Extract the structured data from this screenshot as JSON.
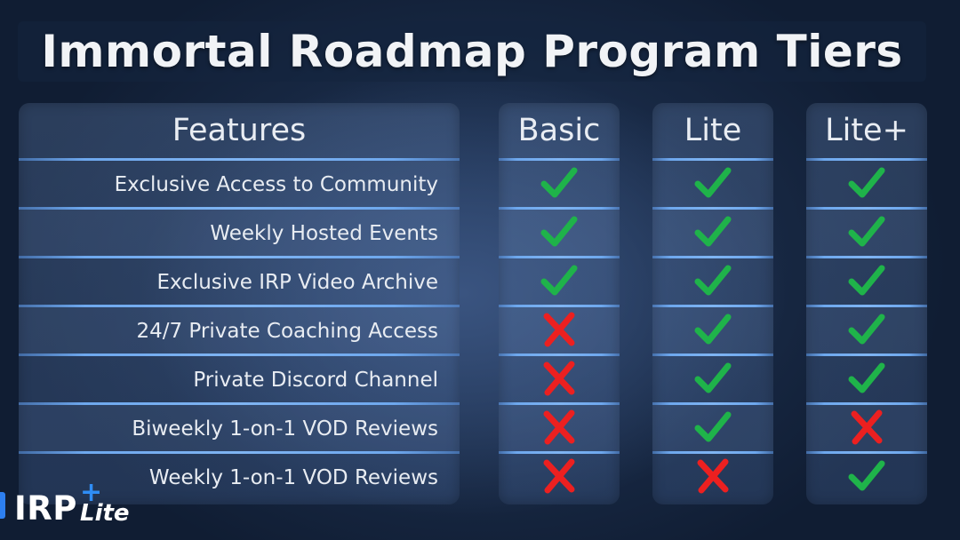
{
  "title": "Immortal Roadmap Program Tiers",
  "columns": {
    "features": "Features",
    "tiers": [
      "Basic",
      "Lite",
      "Lite+"
    ]
  },
  "rows": [
    {
      "feature": "Exclusive Access to Community",
      "marks": [
        "check",
        "check",
        "check"
      ]
    },
    {
      "feature": "Weekly Hosted Events",
      "marks": [
        "check",
        "check",
        "check"
      ]
    },
    {
      "feature": "Exclusive IRP Video Archive",
      "marks": [
        "check",
        "check",
        "check"
      ]
    },
    {
      "feature": "24/7 Private Coaching Access",
      "marks": [
        "cross",
        "check",
        "check"
      ]
    },
    {
      "feature": "Private Discord Channel",
      "marks": [
        "cross",
        "check",
        "check"
      ]
    },
    {
      "feature": "Biweekly 1-on-1 VOD Reviews",
      "marks": [
        "cross",
        "check",
        "cross"
      ]
    },
    {
      "feature": "Weekly 1-on-1 VOD Reviews",
      "marks": [
        "cross",
        "cross",
        "check"
      ]
    }
  ],
  "icons": {
    "check": "check-icon",
    "cross": "cross-icon"
  },
  "colors": {
    "check": "#1fb34a",
    "cross": "#ec2020",
    "accent": "#2f8df5"
  },
  "logo": {
    "main": "IRP",
    "plus": "+",
    "sub": "Lite"
  }
}
